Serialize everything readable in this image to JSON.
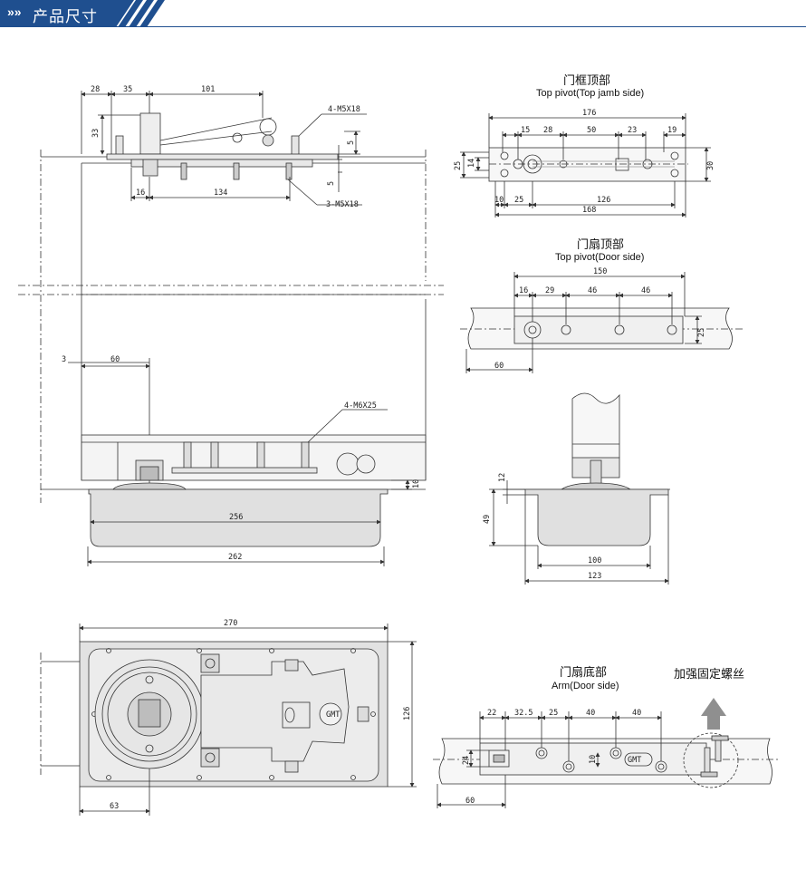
{
  "header": {
    "title": "产品尺寸",
    "chevrons": "»»",
    "bar_color": "#1f4f8f"
  },
  "front_view": {
    "top_dims": [
      "28",
      "35",
      "101"
    ],
    "dim_33": "33",
    "top_plate_screws": "4-M5X18",
    "dim_5_top": "5",
    "dim_5_side": "5",
    "dim_16": "16",
    "dim_134": "134",
    "bottom_plate_screws": "3-M5X18",
    "dim_3": "3",
    "dim_60": "60",
    "body_screws": "4-M6X25",
    "dim_10": "10",
    "dim_256": "256",
    "dim_262": "262"
  },
  "top_jamb": {
    "title_cn": "门框顶部",
    "title_en": "Top pivot(Top jamb side)",
    "dims": {
      "d176": "176",
      "d15": "15",
      "d28": "28",
      "d50": "50",
      "d23": "23",
      "d19": "19",
      "d25": "25",
      "d14": "14",
      "d30": "30",
      "d10": "10",
      "d25b": "25",
      "d126": "126",
      "d168": "168"
    }
  },
  "top_door": {
    "title_cn": "门扇顶部",
    "title_en": "Top pivot(Door side)",
    "dims": {
      "d150": "150",
      "d16": "16",
      "d29": "29",
      "d46a": "46",
      "d46b": "46",
      "d25": "25",
      "d60": "60"
    }
  },
  "side_view": {
    "dims": {
      "d12": "12",
      "d49": "49",
      "d100": "100",
      "d123": "123"
    }
  },
  "plan_view": {
    "dims": {
      "d270": "270",
      "d126": "126",
      "d63": "63"
    },
    "logo": "GMT"
  },
  "arm": {
    "title_cn": "门扇底部",
    "title_en": "Arm(Door side)",
    "dims": {
      "d22": "22",
      "d325": "32.5",
      "d25": "25",
      "d40a": "40",
      "d40b": "40",
      "d24": "24",
      "d10": "10",
      "d60": "60"
    },
    "logo": "GMT",
    "callout": "加强固定螺丝"
  }
}
